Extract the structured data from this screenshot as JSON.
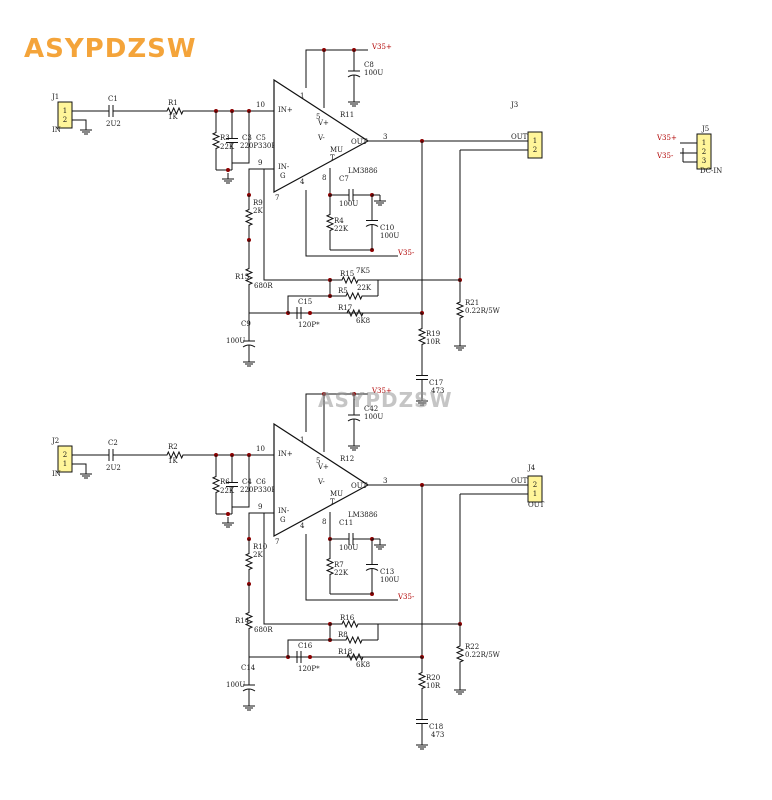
{
  "brand": "ASYPDZSW",
  "watermark": "ASYPDZSW",
  "colors": {
    "wire": "#111111",
    "junction": "#8b0000",
    "connector_fill": "#fff59a",
    "brand": "#f4a43a",
    "power_label": "#b00000"
  },
  "dc_in": {
    "ref": "J5",
    "pins": [
      "1",
      "2",
      "3"
    ],
    "label": "DC-IN",
    "nets": [
      "V35+",
      "V35-"
    ]
  },
  "j3_label": "J3",
  "channels": [
    {
      "in_ref": "J1",
      "in_pins": [
        "1",
        "2"
      ],
      "in_label": "IN",
      "c_in": "C1",
      "c_in_val": "2U2",
      "r_in": "R1",
      "r_in_val": "1K",
      "r_bias": "R3",
      "r_bias_val": "22K",
      "c_filt": "C3",
      "c_filt_val": "220P",
      "c_filt2": "C5",
      "c_filt2_val": "330P",
      "opamp_in_plus": "IN+",
      "opamp_in_minus": "IN-",
      "opamp_out": "OUT",
      "opamp_v_plus": "V+",
      "opamp_v_minus": "V-",
      "opamp_mute": "MU",
      "opamp_t": "T",
      "opamp_g": "G",
      "pin10": "10",
      "pin9": "9",
      "pin1": "1",
      "pin5": "5",
      "pin4": "4",
      "pin7": "7",
      "pin8": "8",
      "pin3": "3",
      "r_mute": "R11",
      "c_sup": "C8",
      "c_sup_val": "100U",
      "vplus": "V35+",
      "vminus": "V35-",
      "chip": "LM3886",
      "c_mute": "C7",
      "c_mute_val": "100U",
      "r_mute2": "R4",
      "r_mute2_val": "22K",
      "c_mute2": "C10",
      "c_mute2_val": "100U",
      "r_fb_in": "R9",
      "r_fb_in_val": "2K",
      "r_fb2": "R13",
      "r_fb2_val": "680R",
      "c_gnd": "C9",
      "c_gnd_val": "100U",
      "r_fb": "R15",
      "r_fb_val": "7K5",
      "r_fb_b": "R5",
      "r_fb_b_val": "22K",
      "c_fb": "C15",
      "c_fb_val": "120P*",
      "r_fb_c": "R17",
      "r_fb_c_val": "6K8",
      "r_zobel": "R19",
      "r_zobel_val": "10R",
      "c_zobel": "C17",
      "c_zobel_val": "473",
      "r_out": "R21",
      "r_out_val": "0.22R/5W",
      "out_ref": "",
      "out_pins": [
        "1",
        "2"
      ],
      "out_label": "OUT"
    },
    {
      "in_ref": "J2",
      "in_pins": [
        "2",
        "1"
      ],
      "in_label": "IN",
      "c_in": "C2",
      "c_in_val": "2U2",
      "r_in": "R2",
      "r_in_val": "1K",
      "r_bias": "R6",
      "r_bias_val": "22K",
      "c_filt": "C4",
      "c_filt_val": "220P",
      "c_filt2": "C6",
      "c_filt2_val": "330P",
      "opamp_in_plus": "IN+",
      "opamp_in_minus": "IN-",
      "opamp_out": "OUT",
      "opamp_v_plus": "V+",
      "opamp_v_minus": "V-",
      "opamp_mute": "MU",
      "opamp_t": "T",
      "opamp_g": "G",
      "pin10": "10",
      "pin9": "9",
      "pin1": "1",
      "pin5": "5",
      "pin4": "4",
      "pin7": "7",
      "pin8": "8",
      "pin3": "3",
      "r_mute": "R12",
      "c_sup": "C42",
      "c_sup_val": "100U",
      "vplus": "V35+",
      "vminus": "V35-",
      "chip": "LM3886",
      "c_mute": "C11",
      "c_mute_val": "100U",
      "r_mute2": "R7",
      "r_mute2_val": "22K",
      "c_mute2": "C13",
      "c_mute2_val": "100U",
      "r_fb_in": "R10",
      "r_fb_in_val": "2K",
      "r_fb2": "R14",
      "r_fb2_val": "680R",
      "c_gnd": "C14",
      "c_gnd_val": "100U",
      "r_fb": "R16",
      "r_fb_val": "",
      "r_fb_b": "R8",
      "r_fb_b_val": "",
      "c_fb": "C16",
      "c_fb_val": "120P*",
      "r_fb_c": "R18",
      "r_fb_c_val": "6K8",
      "r_zobel": "R20",
      "r_zobel_val": "10R",
      "c_zobel": "C18",
      "c_zobel_val": "473",
      "r_out": "R22",
      "r_out_val": "0.22R/5W",
      "out_ref": "J4",
      "out_pins": [
        "2",
        "1"
      ],
      "out_label": "OUT"
    }
  ]
}
